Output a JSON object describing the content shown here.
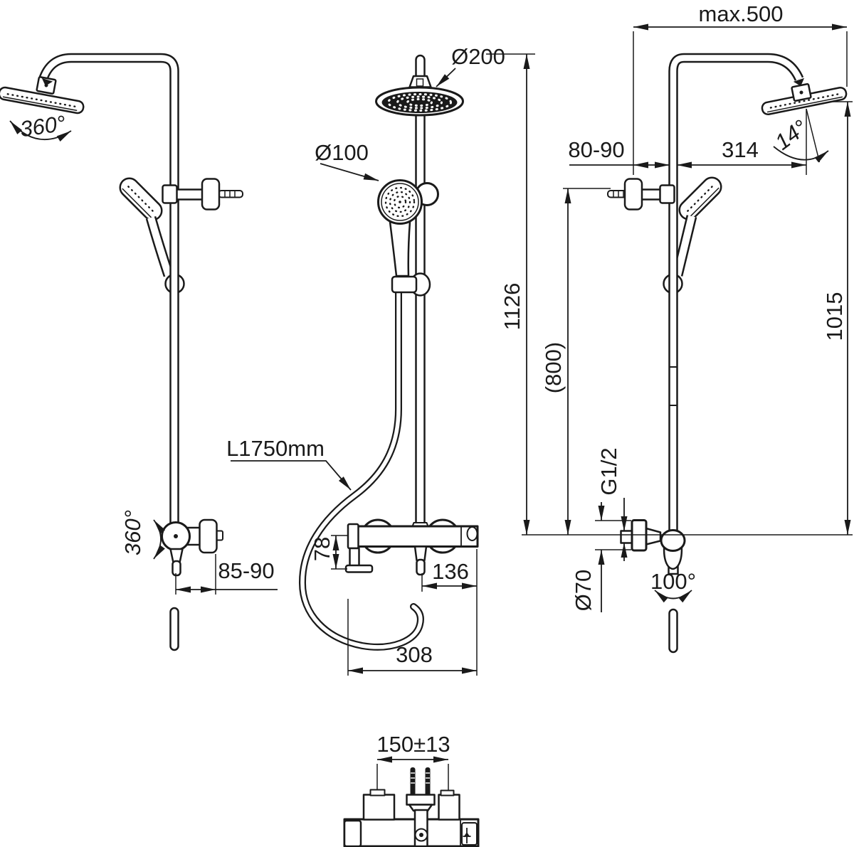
{
  "drawing": {
    "type": "technical-dimension-drawing",
    "subject": "shower column with overhead rain shower, hand shower and thermostatic mixer",
    "colors": {
      "line": "#1a1a1a",
      "background": "#ffffff"
    },
    "dims": {
      "max_wall_distance": "max.500",
      "rain_head_diameter": "Ø200",
      "hand_shower_diameter": "Ø100",
      "rain_head_rotation": "360°",
      "wall_offset_top": "80-90",
      "rain_head_projection": "314",
      "rain_head_tilt_angle": "14°",
      "total_height": "1126",
      "bracket_height": "(800)",
      "rain_head_height": "1015",
      "hose_length": "L1750mm",
      "spout_drop": "78",
      "outlet_to_end": "136",
      "mixer_width": "308",
      "hand_shower_rotation": "360°",
      "wall_offset_bottom": "85-90",
      "connection_thread": "G1/2",
      "escutcheon_diameter": "Ø70",
      "swivel_angle": "100°",
      "inlet_spacing": "150±13"
    }
  }
}
